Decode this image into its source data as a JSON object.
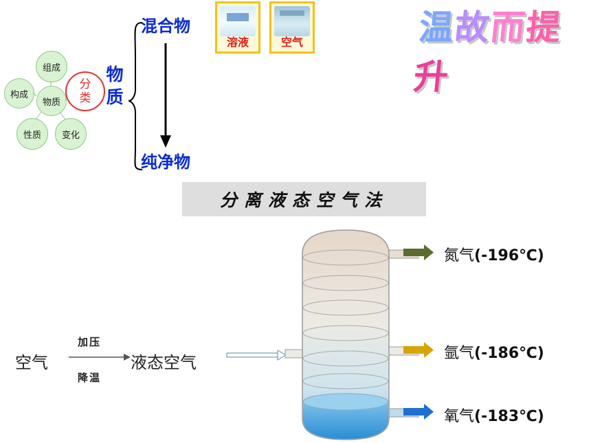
{
  "mindmap": {
    "center": "物质",
    "nodes": [
      "组成",
      "构成",
      "性质",
      "变化"
    ],
    "classify": [
      "分",
      "类"
    ],
    "substance_chars": [
      "物",
      "质"
    ]
  },
  "classification": {
    "mixture": "混合物",
    "pure": "纯净物",
    "examples": [
      "溶液",
      "空气"
    ]
  },
  "title_wordart": [
    "温",
    "故",
    "而",
    "提",
    "升"
  ],
  "banner": "分离液态空气法",
  "process": {
    "input": "空气",
    "condition_top": "加压",
    "condition_bottom": "降温",
    "product": "液态空气"
  },
  "outputs": [
    {
      "name": "氮气",
      "temp": "(-196℃)",
      "color": "#5c6b2e"
    },
    {
      "name": "氩气",
      "temp": "(-186℃)",
      "color": "#d8a400"
    },
    {
      "name": "氧气",
      "temp": "(-183℃)",
      "color": "#1f6fd1"
    }
  ]
}
